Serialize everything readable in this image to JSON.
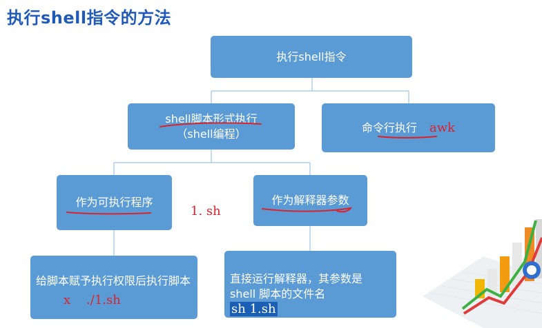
{
  "page_title": "执行shell指令的方法",
  "nodes": {
    "root": "执行shell指令",
    "script": {
      "line1": "shell脚本形式执行",
      "line2": "（shell编程）"
    },
    "cmdline": {
      "label": "命令行执行",
      "annotation": "awk"
    },
    "executable": "作为可执行程序",
    "interpreter_arg": "作为解释器参数",
    "exec_desc": {
      "text": "给脚本赋予执行权限后执行脚本",
      "annotation": "x    ./1.sh"
    },
    "interp_desc": {
      "line1": "直接运行解释器，其参数是",
      "line2": "shell 脚本的文件名",
      "code": "sh 1.sh"
    }
  },
  "floating_annotation": "1. sh",
  "colors": {
    "box": "#5b9bd5",
    "connector": "#9dc3e6",
    "title": "#1f5bb6",
    "ink": "#d9232a"
  }
}
